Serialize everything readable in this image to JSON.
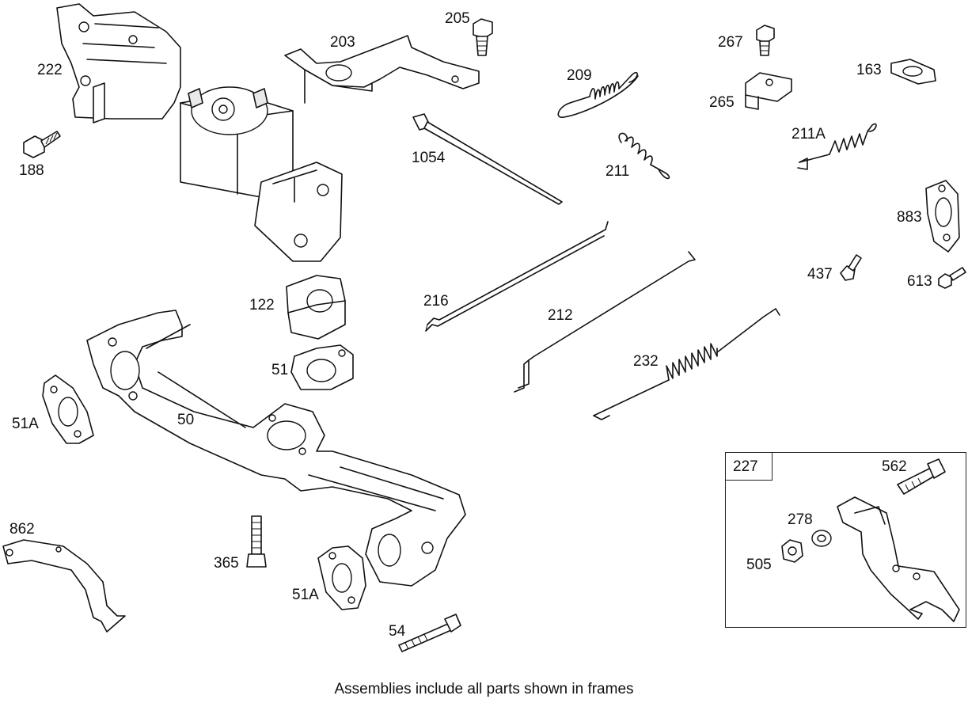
{
  "parts": {
    "p222": "222",
    "p188": "188",
    "p203": "203",
    "p205": "205",
    "p209": "209",
    "p1054": "1054",
    "p211": "211",
    "p267": "267",
    "p265": "265",
    "p163": "163",
    "p211a": "211A",
    "p883": "883",
    "p437": "437",
    "p613": "613",
    "p122": "122",
    "p216": "216",
    "p212": "212",
    "p232": "232",
    "p51": "51",
    "p51a_left": "51A",
    "p50": "50",
    "p862": "862",
    "p365": "365",
    "p51a_lower": "51A",
    "p54": "54",
    "p227": "227",
    "p562": "562",
    "p278": "278",
    "p505": "505"
  },
  "footer_note": "Assemblies include all parts shown in frames"
}
